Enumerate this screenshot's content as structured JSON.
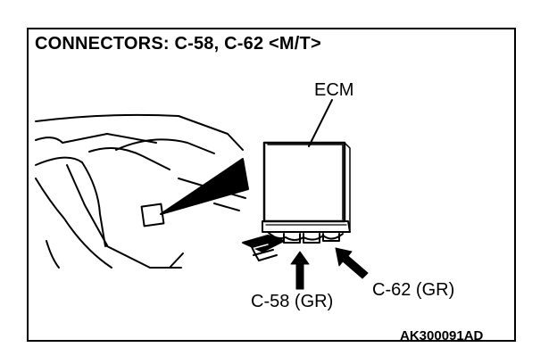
{
  "title": "CONNECTORS: C-58, C-62 <M/T>",
  "ecm_label": "ECM",
  "connector_c58_label": "C-58 (GR)",
  "connector_c62_label": "C-62 (GR)",
  "figure_code": "AK300091AD",
  "colors": {
    "line": "#000000",
    "background": "#ffffff"
  }
}
